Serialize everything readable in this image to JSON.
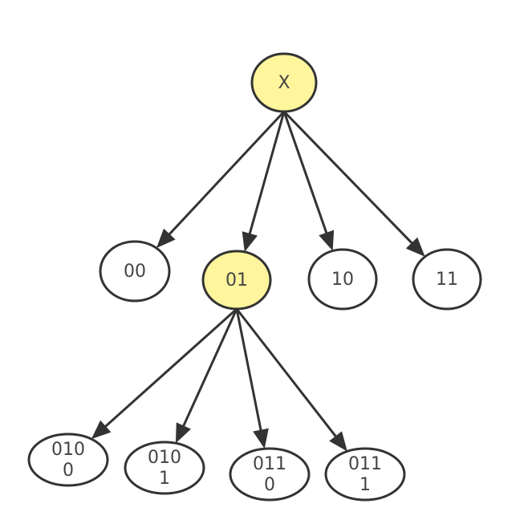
{
  "colors": {
    "highlight": "#fff59d",
    "default_fill": "#ffffff",
    "stroke": "#333333",
    "text": "#444444"
  },
  "nodes": [
    {
      "id": "x",
      "lines": [
        "X"
      ],
      "highlighted": true
    },
    {
      "id": "n00",
      "lines": [
        "00"
      ],
      "highlighted": false
    },
    {
      "id": "n01",
      "lines": [
        "01"
      ],
      "highlighted": true
    },
    {
      "id": "n10",
      "lines": [
        "10"
      ],
      "highlighted": false
    },
    {
      "id": "n11",
      "lines": [
        "11"
      ],
      "highlighted": false
    },
    {
      "id": "n0100",
      "lines": [
        "010",
        "0"
      ],
      "highlighted": false
    },
    {
      "id": "n0101",
      "lines": [
        "010",
        "1"
      ],
      "highlighted": false
    },
    {
      "id": "n0110",
      "lines": [
        "011",
        "0"
      ],
      "highlighted": false
    },
    {
      "id": "n0111",
      "lines": [
        "011",
        "1"
      ],
      "highlighted": false
    }
  ],
  "edges": [
    {
      "from": "x",
      "to": "n00"
    },
    {
      "from": "x",
      "to": "n01"
    },
    {
      "from": "x",
      "to": "n10"
    },
    {
      "from": "x",
      "to": "n11"
    },
    {
      "from": "n01",
      "to": "n0100"
    },
    {
      "from": "n01",
      "to": "n0101"
    },
    {
      "from": "n01",
      "to": "n0110"
    },
    {
      "from": "n01",
      "to": "n0111"
    }
  ]
}
